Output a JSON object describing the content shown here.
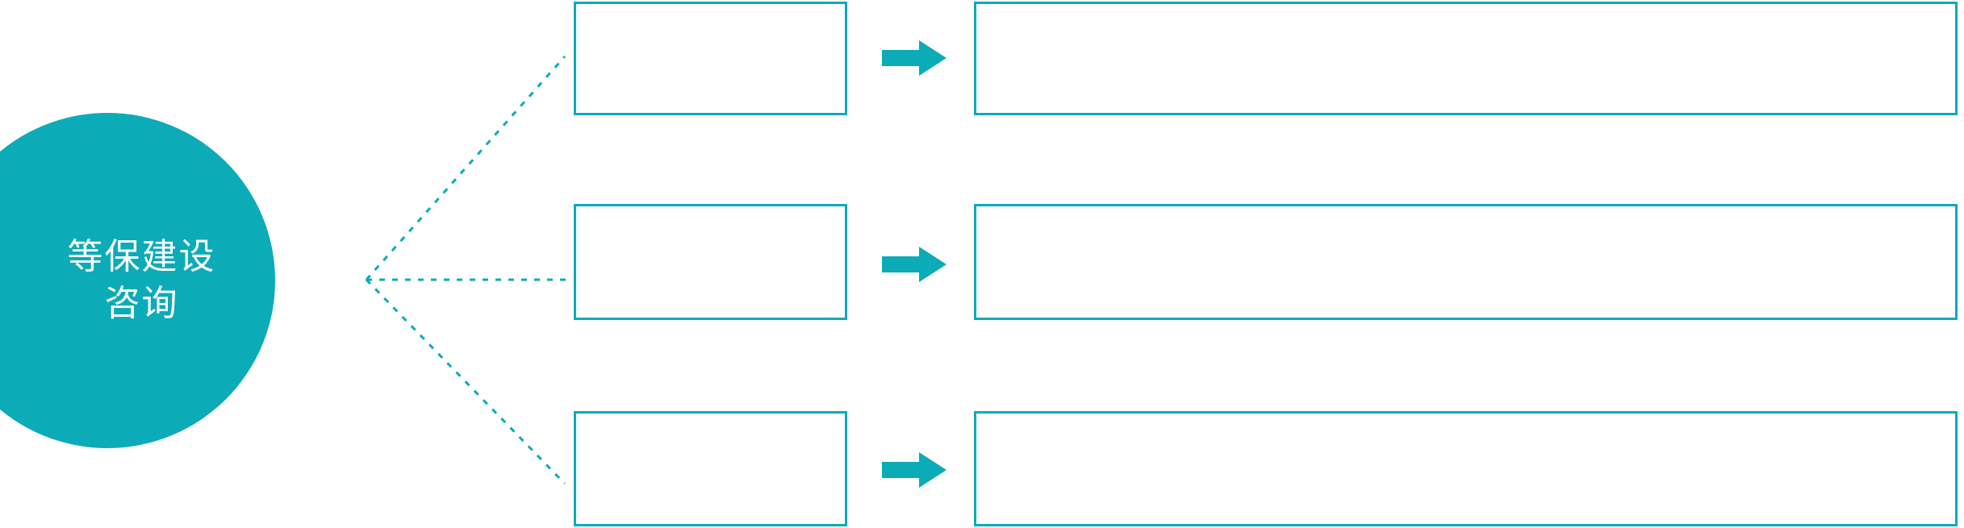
{
  "diagram": {
    "accent_color": "#0BABB8",
    "background_color": "#FFFFFF",
    "text_on_accent_color": "#FFFFFF"
  },
  "hub": {
    "name": "等保建设咨询",
    "line1": "等保建设",
    "line2": "咨询"
  },
  "connectors": {
    "style": "dotted",
    "color": "#0BABB8",
    "count": 3
  },
  "rows": [
    {
      "id": "row-1",
      "stage_label": "",
      "detail_label": "",
      "arrow_icon": "right-arrow-icon"
    },
    {
      "id": "row-2",
      "stage_label": "",
      "detail_label": "",
      "arrow_icon": "right-arrow-icon"
    },
    {
      "id": "row-3",
      "stage_label": "",
      "detail_label": "",
      "arrow_icon": "right-arrow-icon"
    }
  ]
}
